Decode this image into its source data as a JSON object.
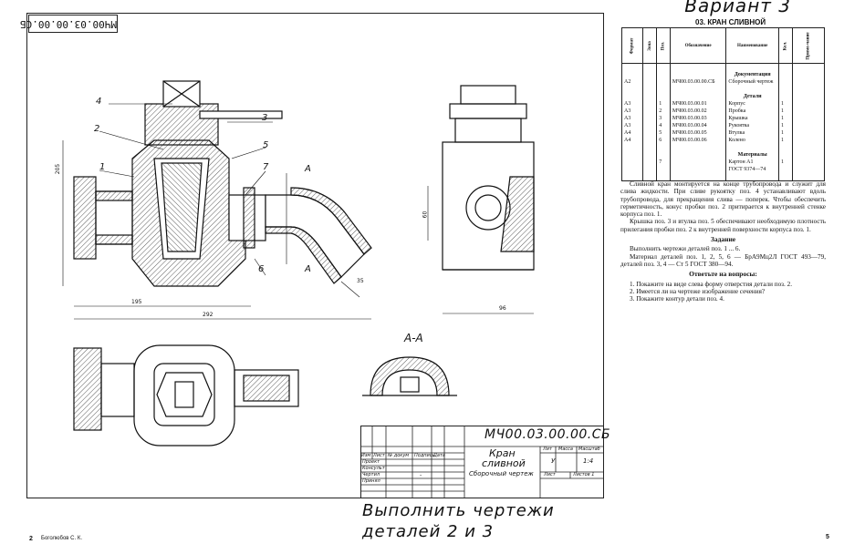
{
  "sheet": {
    "stamp_top": "МЧ00.03.00.00.СБ",
    "variant": "Вариант 3"
  },
  "drawing": {
    "position_labels": [
      "4",
      "2",
      "1",
      "3",
      "5",
      "7",
      "6"
    ],
    "section_letter": "А",
    "section_title": "А-А",
    "dims": {
      "height": "205",
      "length1": "195",
      "length2": "292",
      "nozzle": "35",
      "side_height": "60",
      "side_width": "96"
    }
  },
  "title_block": {
    "code": "МЧ00.03.00.00.СБ",
    "name_line1": "Кран",
    "name_line2": "сливной",
    "doc_type": "Сборочный чертеж",
    "col_headers": [
      "Изм",
      "Лист",
      "№ докум",
      "Подпись",
      "Дата"
    ],
    "rows": [
      "Проект",
      "Консульт",
      "Чертил",
      "Принял"
    ],
    "lit_label": "Лит",
    "mass_label": "Масса",
    "scale_label": "Масштаб",
    "lit_value": "У",
    "scale_value": "1:4",
    "sheet_label": "Лист",
    "sheets_label": "Листов 1",
    "dash": "-"
  },
  "spec": {
    "title": "03. КРАН СЛИВНОЙ",
    "headers": [
      "Формат",
      "Зона",
      "Поз.",
      "Обозначение",
      "Наименование",
      "Кол.",
      "Приме-чание"
    ],
    "sections": {
      "docs": "Документация",
      "parts": "Детали",
      "materials": "Материалы"
    },
    "doc_row": {
      "format": "А2",
      "code": "МЧ00.03.00.00.СБ",
      "name": "Сборочный чертеж"
    },
    "part_rows": [
      {
        "format": "А3",
        "pos": "1",
        "code": "МЧ00.03.00.01",
        "name": "Корпус",
        "qty": "1"
      },
      {
        "format": "А3",
        "pos": "2",
        "code": "МЧ00.03.00.02",
        "name": "Пробка",
        "qty": "1"
      },
      {
        "format": "А3",
        "pos": "3",
        "code": "МЧ00.03.00.03",
        "name": "Крышка",
        "qty": "1"
      },
      {
        "format": "А3",
        "pos": "4",
        "code": "МЧ00.03.00.04",
        "name": "Рукоятка",
        "qty": "1"
      },
      {
        "format": "А4",
        "pos": "5",
        "code": "МЧ00.03.00.05",
        "name": "Втулка",
        "qty": "1"
      },
      {
        "format": "А4",
        "pos": "6",
        "code": "МЧ00.03.00.06",
        "name": "Колено",
        "qty": "1"
      }
    ],
    "material_row": {
      "pos": "7",
      "name1": "Картон А1",
      "name2": "ГОСТ 9374—74",
      "qty": "1"
    }
  },
  "description": {
    "p1": "Сливной кран монтируется на конце трубопровода и служит для слива жидкости. При сливе рукоятку поз. 4 устанавливают вдоль трубопровода, для прекращения слива — поперек. Чтобы обеспечить герметичность, конус пробки поз. 2 притирается к внутренней стенке корпуса поз. 1.",
    "p2": "Крышка поз. 3 и втулка поз. 5 обеспечивают необходимую плотность прилегания пробки поз. 2 к внутренней поверхности корпуса поз. 1.",
    "task_title": "Задание",
    "task1": "Выполнить чертежи деталей поз. 1 ... 6.",
    "task2": "Материал деталей поз. 1, 2, 5, 6 — БрА9Мц2Л ГОСТ 493—79, деталей поз. 3, 4 — Ст 5 ГОСТ 380—94.",
    "q_title": "Ответьте на вопросы:",
    "q1": "1. Покажите на виде слева форму отверстия детали поз. 2.",
    "q2": "2. Имеется ли на чертеже изображение сечения?",
    "q3": "3. Покажите контур детали поз. 4."
  },
  "footer": {
    "handwritten_line1": "Выполнить чертежи",
    "handwritten_line2": "деталей 2 и 3",
    "page_left": "2",
    "author": "Боголюбов С. К.",
    "page_right": "5"
  }
}
